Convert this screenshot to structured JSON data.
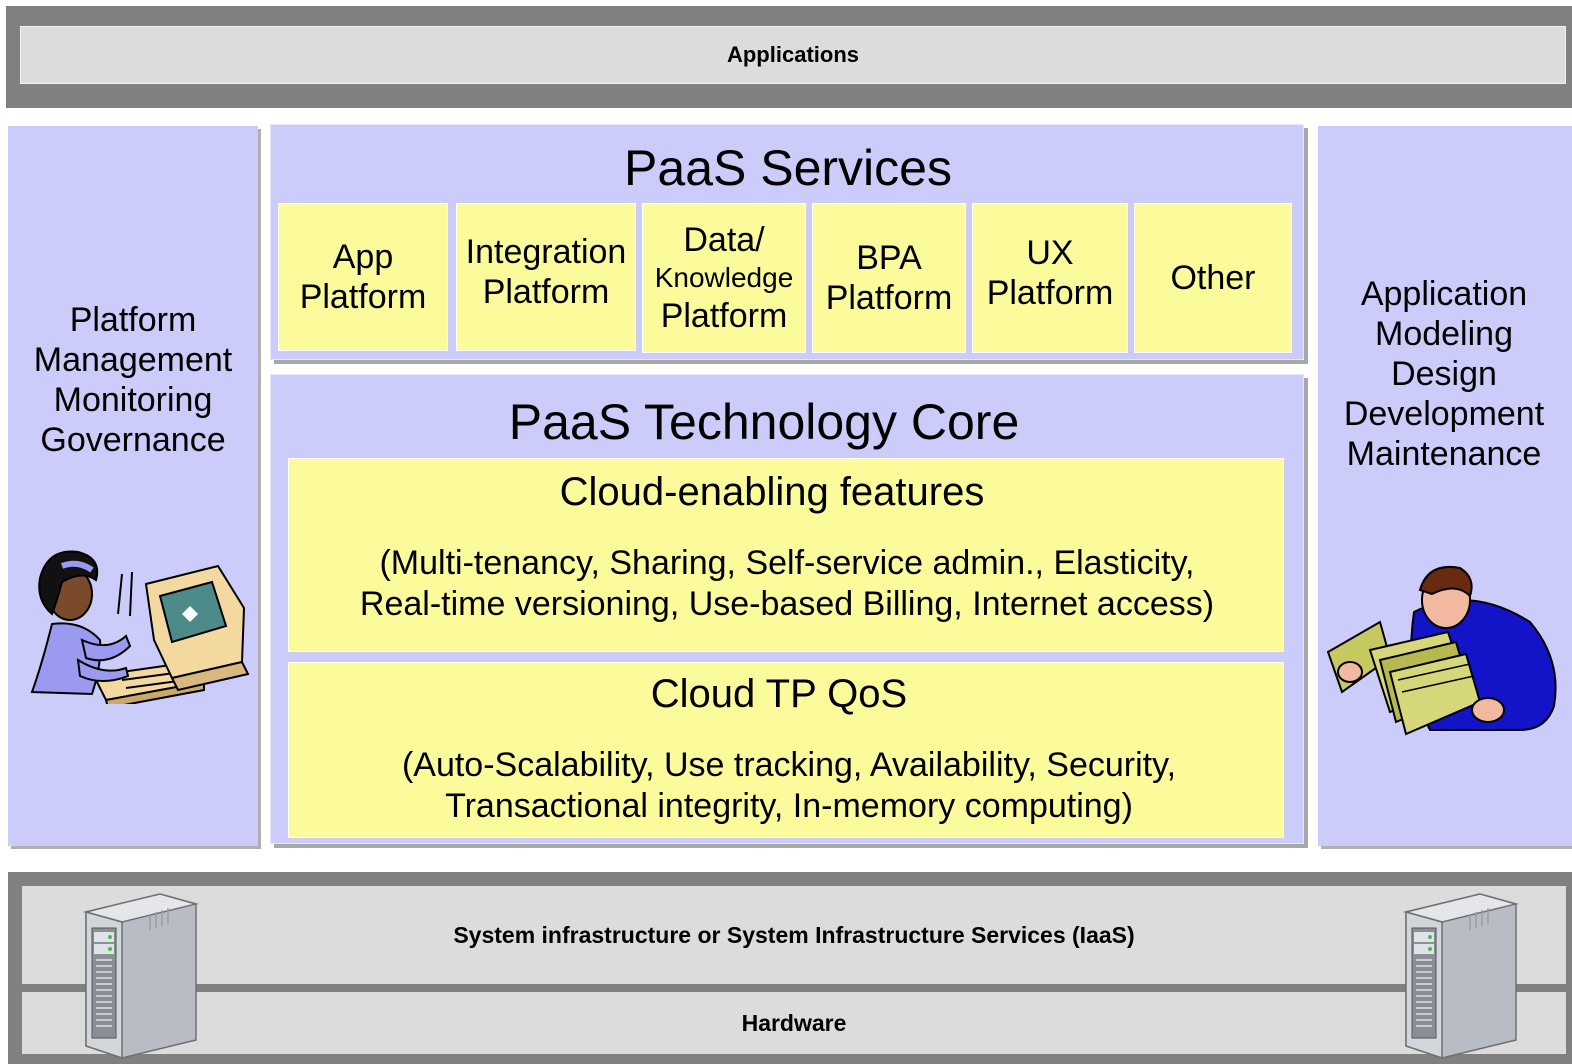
{
  "applications_label": "Applications",
  "left_panel": {
    "lines": [
      "Platform",
      "Management",
      "Monitoring",
      "Governance"
    ]
  },
  "right_panel": {
    "lines": [
      "Application",
      "Modeling",
      "Design",
      "Development",
      "Maintenance"
    ]
  },
  "paas_services": {
    "title": "PaaS Services",
    "items": [
      {
        "line1": "App",
        "line2": "Platform"
      },
      {
        "line1": "Integration",
        "line2": "Platform"
      },
      {
        "line1": "Data/",
        "line2": "Knowledge",
        "line3": "Platform"
      },
      {
        "line1": "BPA",
        "line2": "Platform"
      },
      {
        "line1": "UX",
        "line2": "Platform"
      },
      {
        "line1": "Other"
      }
    ]
  },
  "paas_core": {
    "title": "PaaS Technology Core",
    "features": {
      "title": "Cloud-enabling features",
      "line1": "(Multi-tenancy, Sharing, Self-service admin., Elasticity,",
      "line2": "Real-time versioning, Use-based Billing, Internet access)"
    },
    "qos": {
      "title": "Cloud TP QoS",
      "line1": "(Auto-Scalability, Use tracking, Availability, Security,",
      "line2": "Transactional integrity, In-memory computing)"
    }
  },
  "iaas_label": "System infrastructure or System Infrastructure Services (IaaS)",
  "hardware_label": "Hardware",
  "icons": [
    "person-at-computer-icon",
    "person-with-papers-icon",
    "server-tower-icon"
  ]
}
